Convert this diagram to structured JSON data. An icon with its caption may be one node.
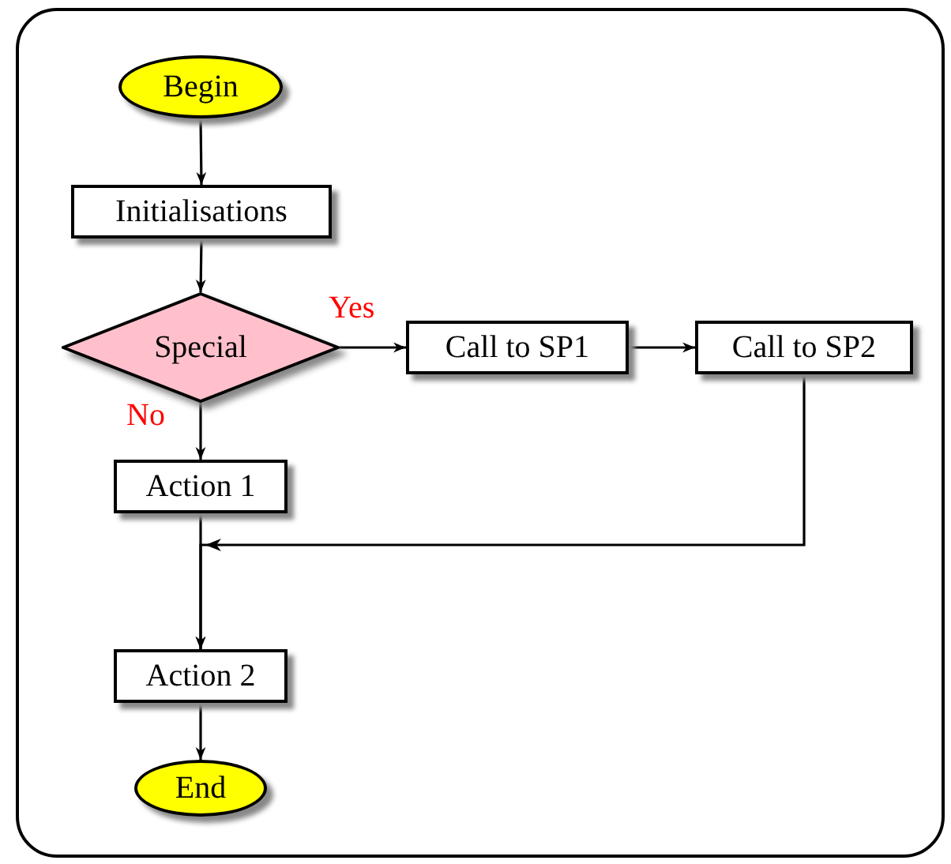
{
  "diagram": {
    "nodes": [
      {
        "text": [
          "Begin"
        ]
      },
      {
        "text": [
          "Initialisations"
        ]
      },
      {
        "text": [
          "Special"
        ]
      },
      {
        "text": [
          "Call to SP1"
        ]
      },
      {
        "text": [
          "Call to SP2"
        ]
      },
      {
        "text": [
          "Action 1"
        ]
      },
      {
        "text": [
          "Action 2"
        ]
      },
      {
        "text": [
          "End"
        ]
      }
    ],
    "edges": [
      {
        "from": 0,
        "to": 1,
        "arrow": "to"
      },
      {
        "from": 1,
        "to": 2,
        "arrow": "to"
      },
      {
        "from": 2,
        "to": 3,
        "arrow": "to",
        "label": "Yes"
      },
      {
        "from": 3,
        "to": 4,
        "arrow": "to"
      },
      {
        "from": 2,
        "to": 5,
        "arrow": "to",
        "label": "No"
      },
      {
        "from": 5,
        "to": 6,
        "arrow": "to"
      },
      {
        "from": 4,
        "to": 6,
        "arrow": "to"
      },
      {
        "from": 6,
        "to": 7,
        "arrow": "to"
      }
    ]
  }
}
